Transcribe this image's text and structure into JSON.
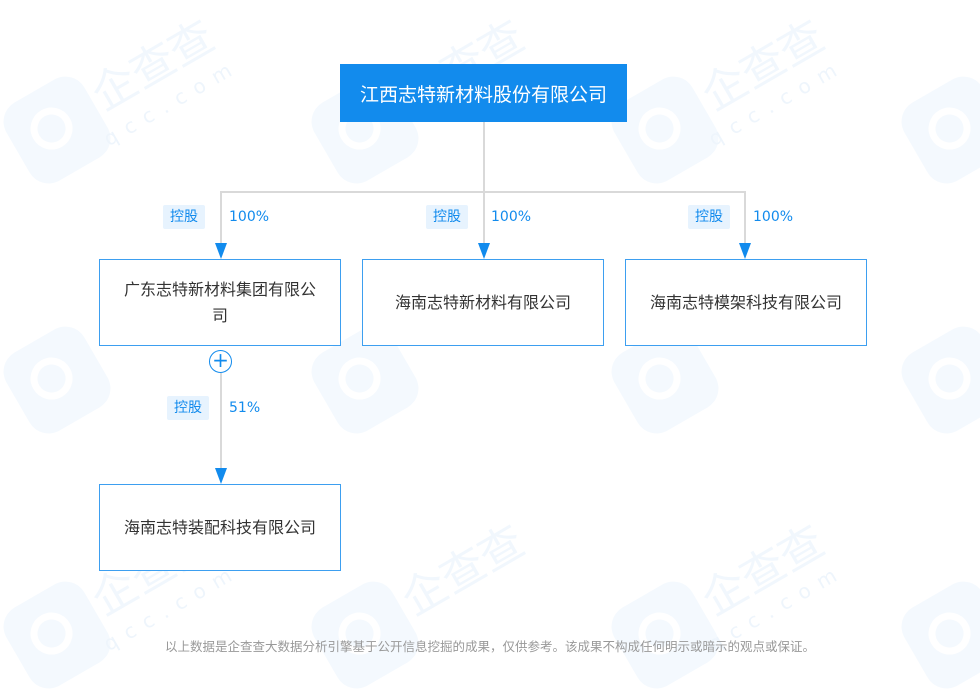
{
  "root": {
    "label": "江西志特新材料股份有限公司"
  },
  "children": [
    {
      "label": "广东志特新材料集团有限公司",
      "relation": "控股",
      "percent": "100%"
    },
    {
      "label": "海南志特新材料有限公司",
      "relation": "控股",
      "percent": "100%"
    },
    {
      "label": "海南志特模架科技有限公司",
      "relation": "控股",
      "percent": "100%"
    }
  ],
  "grandchildren": [
    {
      "label": "海南志特装配科技有限公司",
      "relation": "控股",
      "percent": "51%",
      "parent": 0
    }
  ],
  "expand_icon": "plus-circle-icon",
  "watermark": {
    "brand": "企查查",
    "domain": "qcc.com"
  },
  "footer": {
    "disclaimer": "以上数据是企查查大数据分析引擎基于公开信息挖掘的成果，仅供参考。该成果不构成任何明示或暗示的观点或保证。"
  },
  "colors": {
    "primary": "#128bed",
    "tag_bg": "#e7f3fe",
    "connector": "#d9d9d9",
    "footer_text": "#999999"
  }
}
